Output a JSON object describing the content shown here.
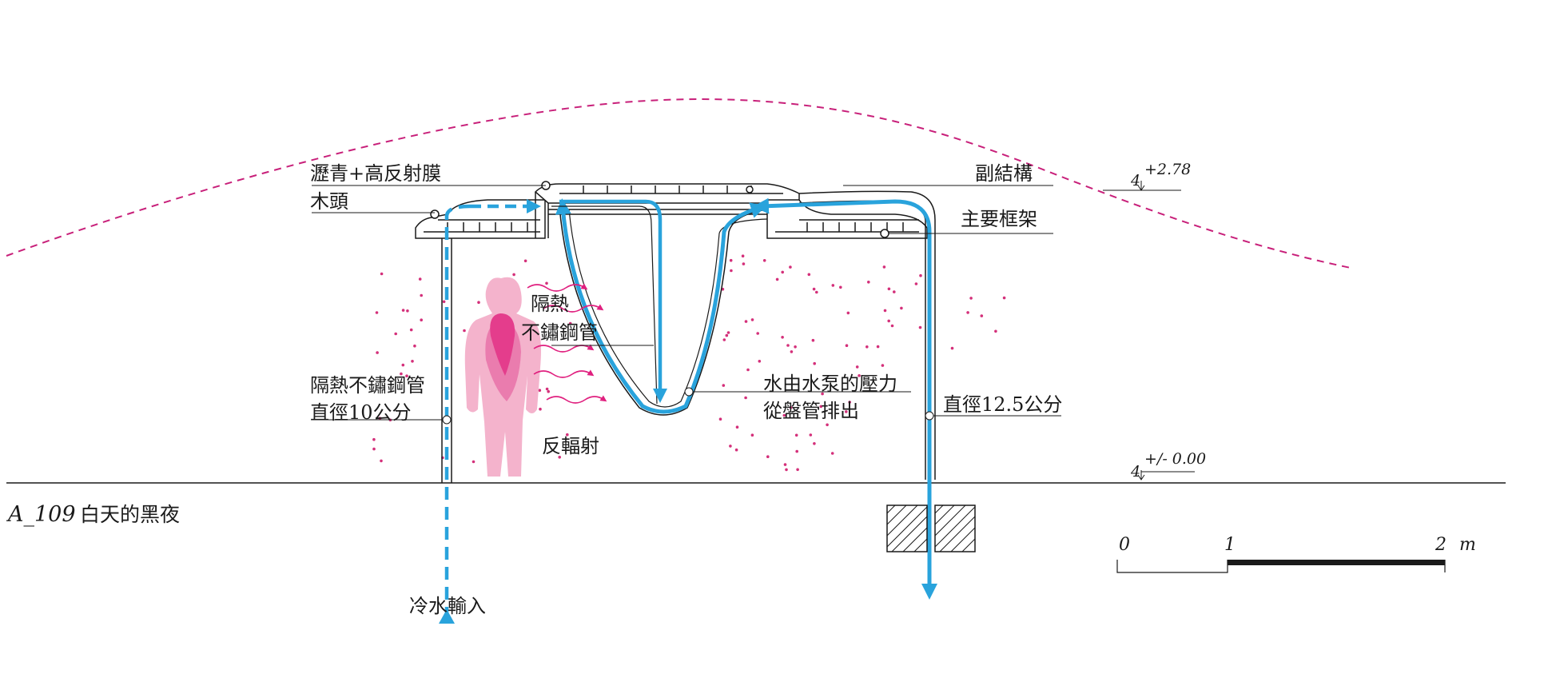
{
  "title": {
    "code": "A_109",
    "name": "白天的黑夜"
  },
  "labels": {
    "asphalt_film": "瀝青+高反射膜",
    "wood": "木頭",
    "sub_structure": "副結構",
    "main_frame": "主要框架",
    "insulated_pipe_inner_line1": "隔熱",
    "insulated_pipe_inner_line2": "不鏽鋼管",
    "insulated_pipe_left": "隔熱不鏽鋼管",
    "diameter_10": "直徑10公分",
    "radiation": "反輻射",
    "pump_line1": "水由水泵的壓力",
    "pump_line2": "從盤管排出",
    "diameter_125": "直徑12.5公分",
    "cold_water_in": "冷水輸入"
  },
  "elevations": {
    "top": "+2.78",
    "ground": "+/- 0.00"
  },
  "scale_bar": {
    "ticks": [
      "0",
      "1",
      "2"
    ],
    "unit": "m"
  },
  "colors": {
    "water_flow": "#29a3dc",
    "heat_magenta": "#e0207f",
    "dashed_envelope": "#c8207a",
    "figure_pink": "#f4b3cc",
    "figure_core": "#e43d8c",
    "line": "#1a1a1a"
  },
  "icons": {
    "person": "person-silhouette-icon",
    "heat_arrow": "heat-wave-arrow-icon",
    "flow_arrow": "flow-arrow-icon"
  }
}
